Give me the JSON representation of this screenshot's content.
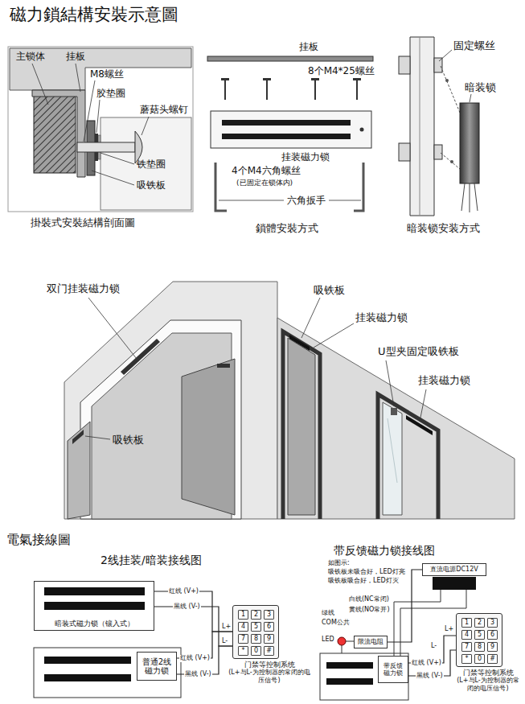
{
  "diagram": {
    "title": "磁力鎖結構安裝示意圖",
    "nodes": [
      {
        "text": [
          "暗装式磁力锁（镶入式）"
        ]
      },
      {
        "text": [
          "普通2线 磁力锁"
        ]
      },
      {
        "text": [
          "门禁等控制系统",
          "(L+与L-为控制器的常闭的电压信号)"
        ]
      },
      {
        "text": [
          "1"
        ],
        "in": 2
      },
      {
        "text": [
          "2"
        ],
        "in": 2
      },
      {
        "text": [
          "3"
        ],
        "in": 2
      },
      {
        "text": [
          "4"
        ],
        "in": 2
      },
      {
        "text": [
          "5"
        ],
        "in": 2
      },
      {
        "text": [
          "6"
        ],
        "in": 2
      },
      {
        "text": [
          "7"
        ],
        "in": 2
      },
      {
        "text": [
          "8"
        ],
        "in": 2
      },
      {
        "text": [
          "9"
        ],
        "in": 2
      },
      {
        "text": [
          "*"
        ],
        "in": 2
      },
      {
        "text": [
          "0"
        ],
        "in": 2
      },
      {
        "text": [
          "#"
        ],
        "in": 2
      },
      {
        "text": [
          "直流电源DC12V"
        ]
      },
      {
        "text": [
          "限流电阻"
        ]
      },
      {
        "text": [
          "带反馈 磁力锁"
        ]
      },
      {
        "text": [
          "门禁等控制系统",
          "(L+与L-为控制器的常闭的电压信号)"
        ]
      },
      {
        "text": [
          "1"
        ],
        "in": 18
      },
      {
        "text": [
          "2"
        ],
        "in": 18
      },
      {
        "text": [
          "3"
        ],
        "in": 18
      },
      {
        "text": [
          "4"
        ],
        "in": 18
      },
      {
        "text": [
          "5"
        ],
        "in": 18
      },
      {
        "text": [
          "6"
        ],
        "in": 18
      },
      {
        "text": [
          "7"
        ],
        "in": 18
      },
      {
        "text": [
          "8"
        ],
        "in": 18
      },
      {
        "text": [
          "9"
        ],
        "in": 18
      },
      {
        "text": [
          "*"
        ],
        "in": 18
      },
      {
        "text": [
          "0"
        ],
        "in": 18
      },
      {
        "text": [
          "#"
        ],
        "in": 18
      }
    ],
    "edges": [
      {
        "from": 0,
        "to": 2,
        "arrow": "none",
        "label": "红线 (V+)"
      },
      {
        "from": 0,
        "to": 2,
        "arrow": "none",
        "label": "黑线 (V-)"
      },
      {
        "from": 1,
        "to": 2,
        "arrow": "none",
        "label": "红线 (V+)"
      },
      {
        "from": 1,
        "to": 2,
        "arrow": "none",
        "label": "黑线 (V-)"
      },
      {
        "from": 17,
        "to": 18,
        "arrow": "none",
        "label": "红线 (V+)"
      },
      {
        "from": 17,
        "to": 18,
        "arrow": "none",
        "label": "黑线 (V-)"
      },
      {
        "from": 16,
        "to": 15,
        "arrow": "none"
      }
    ],
    "labels": [
      "主锁体",
      "挂板",
      "M8螺丝",
      "胶垫圈",
      "蘑菇头螺钉",
      "铁垫圈",
      "吸铁板",
      "掛裝式安裝結構剖面圖",
      "挂板",
      "8个M4*25螺丝",
      "挂装磁力锁",
      "4个M4六角螺丝",
      "(已固定在锁体内)",
      "六角扳手",
      "鎖體安裝方式",
      "固定螺丝",
      "暗装锁",
      "暗装锁安装方式",
      "双门挂装磁力锁",
      "吸铁板",
      "挂装磁力锁",
      "U型夹固定吸铁板",
      "挂装磁力锁",
      "吸铁板",
      "電氣接線圖",
      "2线挂装/暗装接线图",
      "L+",
      "L-",
      "带反馈磁力锁接线图",
      "如图示:",
      "吸铁板未吸合好，LED灯亮",
      "吸铁板吸合好，LED灯灭",
      "白线(NC常闭)",
      "黄线(NO常开)",
      "绿线",
      "COM公共",
      "LED",
      "L+",
      "L-"
    ]
  }
}
